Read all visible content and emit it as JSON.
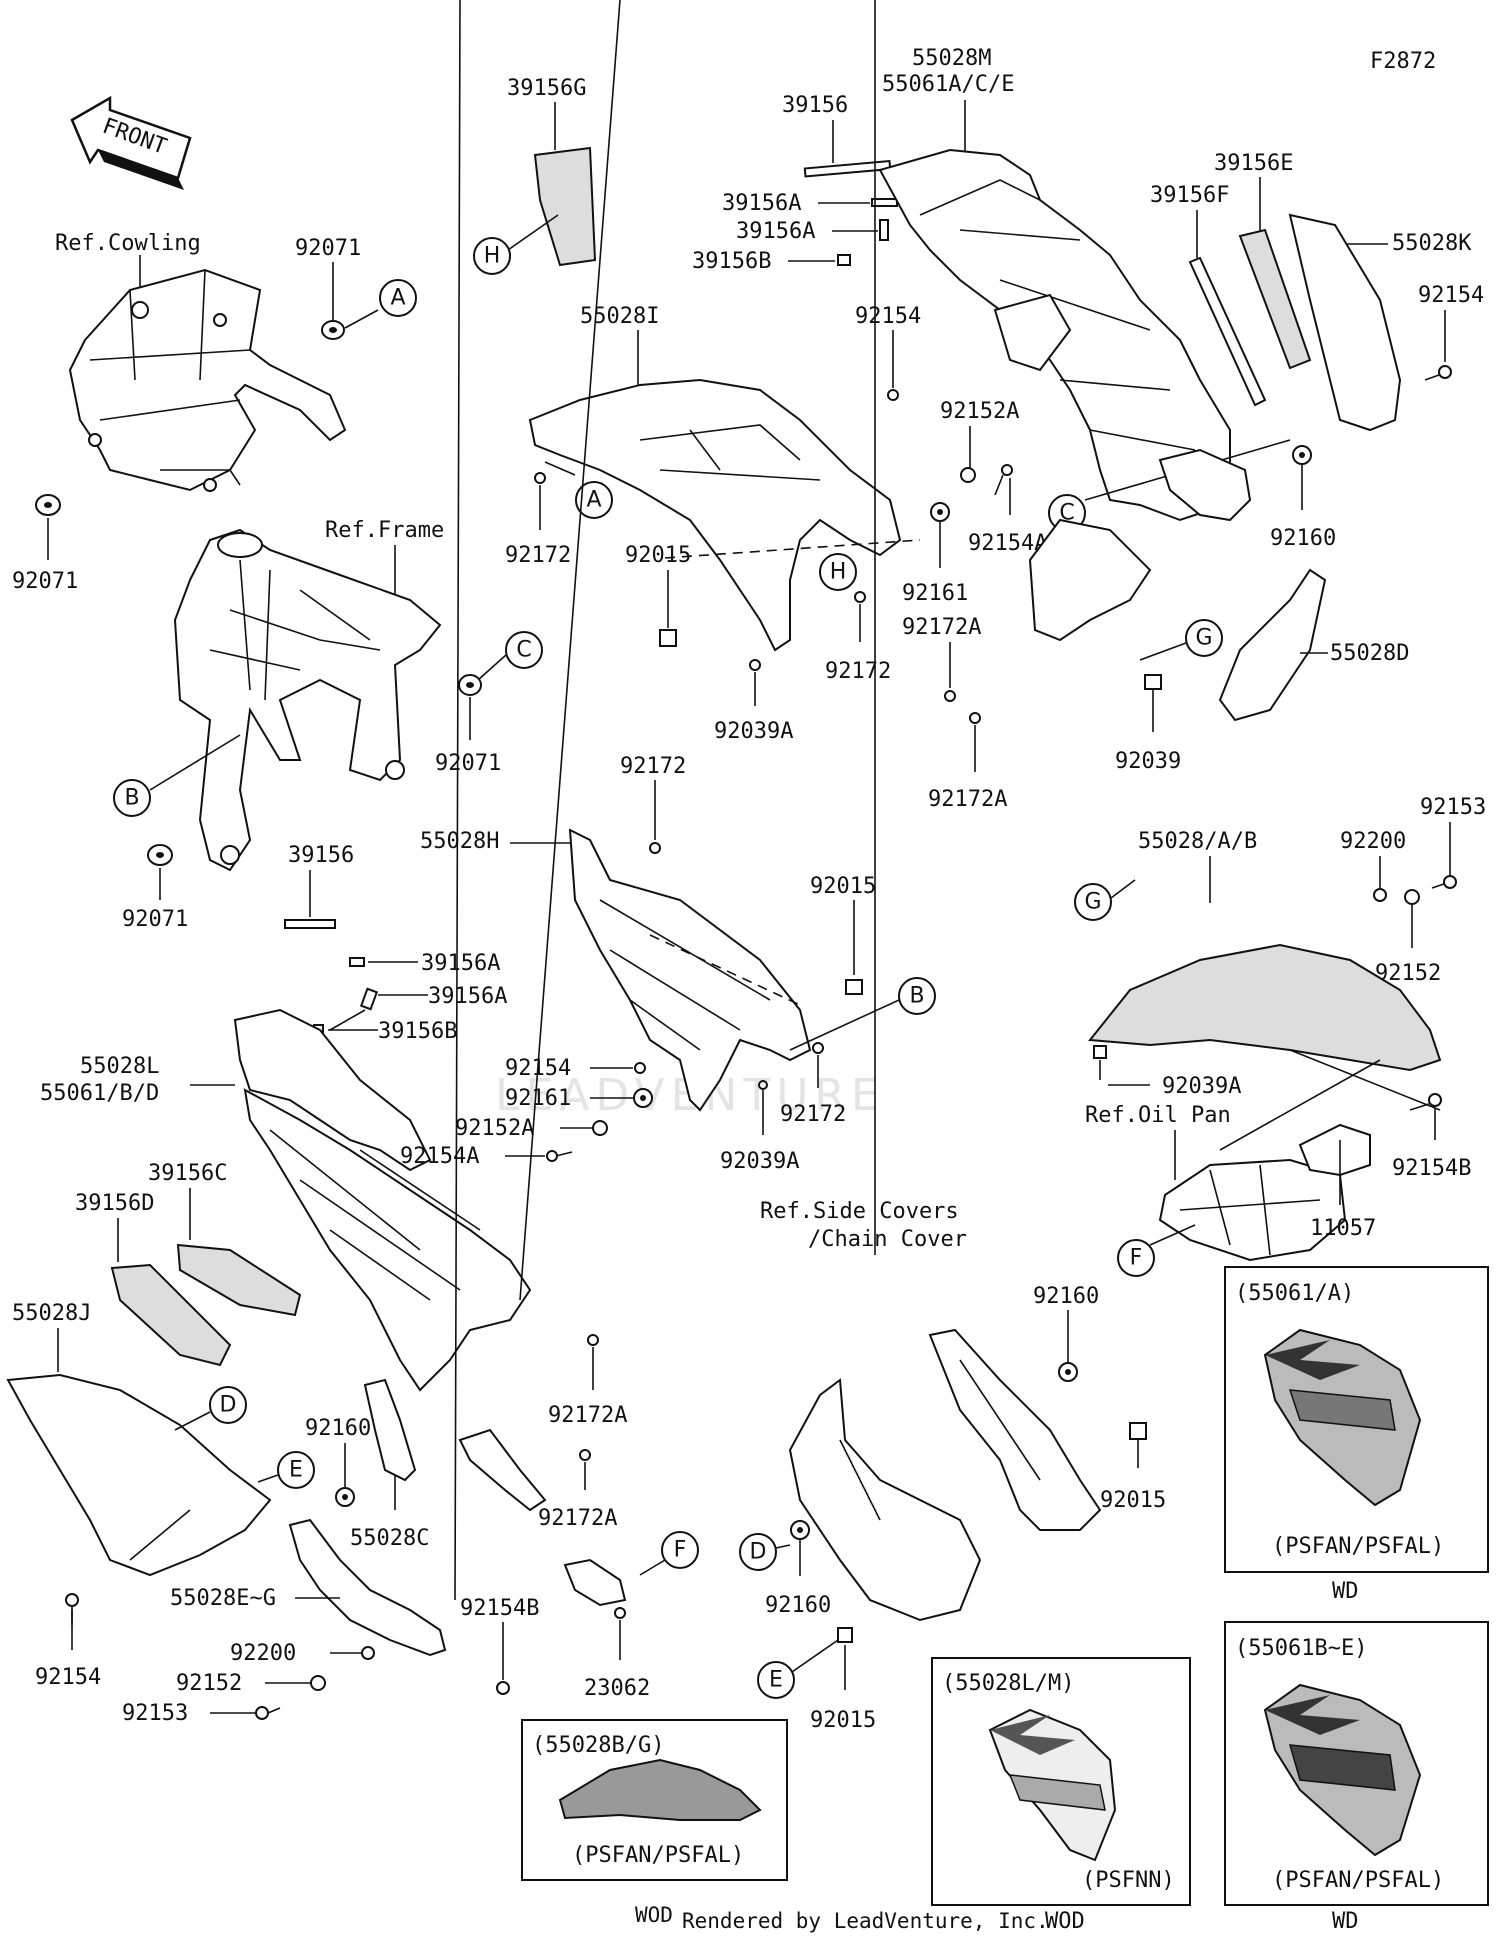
{
  "figure_code": "F2872",
  "front_arrow_label": "FRONT",
  "watermark": "LEADVENTURE",
  "footer": {
    "left_code": "WOD",
    "rendered_by": "Rendered by LeadVenture, Inc."
  },
  "references": {
    "cowling": "Ref.Cowling",
    "frame": "Ref.Frame",
    "oil_pan": "Ref.Oil Pan",
    "side_covers_line1": "Ref.Side Covers",
    "side_covers_line2": "/Chain Cover"
  },
  "part_labels": {
    "p55028M": "55028M",
    "p55061ACE": "55061A/C/E",
    "p39156_top": "39156",
    "p39156G": "39156G",
    "p39156A_1": "39156A",
    "p39156A_2": "39156A",
    "p39156B_top": "39156B",
    "p39156E": "39156E",
    "p39156F": "39156F",
    "p55028K": "55028K",
    "p92154_tr": "92154",
    "p92071_top": "92071",
    "p92071_left": "92071",
    "p92071_mid": "92071",
    "p92071_bot": "92071",
    "p55028I": "55028I",
    "p92154_mid": "92154",
    "p92152A_top": "92152A",
    "p92172_a": "92172",
    "p92015_a": "92015",
    "p92161_a": "92161",
    "p92154A_a": "92154A",
    "p92160_tr": "92160",
    "p92172A_a": "92172A",
    "p92172_b": "92172",
    "p92039A_a": "92039A",
    "p55028D": "55028D",
    "p92039": "92039",
    "p92172A_b": "92172A",
    "p92172_c": "92172",
    "p55028H": "55028H",
    "p92015_b": "92015",
    "p39156_mid": "39156",
    "p39156A_3": "39156A",
    "p39156A_4": "39156A",
    "p39156B_mid": "39156B",
    "p55028L": "55028L",
    "p55061BD": "55061/B/D",
    "p92154_c": "92154",
    "p92161_b": "92161",
    "p92152A_b": "92152A",
    "p92154A_b": "92154A",
    "p92172_d": "92172",
    "p92039A_b": "92039A",
    "p92153_r": "92153",
    "p55028AB": "55028/A/B",
    "p92200_r": "92200",
    "p92152_r": "92152",
    "p92039A_c": "92039A",
    "p92154B_r": "92154B",
    "p11057": "11057",
    "p39156C": "39156C",
    "p39156D": "39156D",
    "p55028J": "55028J",
    "p92160_mid": "92160",
    "p92172A_c": "92172A",
    "p55028C": "55028C",
    "p92172A_d": "92172A",
    "p55028EG": "55028E~G",
    "p92154B_b": "92154B",
    "p92154_bl": "92154",
    "p92200_b": "92200",
    "p92152_b": "92152",
    "p92153_b": "92153",
    "p23062": "23062",
    "p92160_br": "92160",
    "p92015_c": "92015",
    "p92160_b2": "92160",
    "p92015_d": "92015"
  },
  "callouts": {
    "A": "A",
    "B": "B",
    "C": "C",
    "D": "D",
    "E": "E",
    "F": "F",
    "G": "G",
    "H": "H"
  },
  "variant_boxes": {
    "box1": {
      "title": "(55061/A)",
      "model": "(PSFAN/PSFAL)",
      "below": "WD"
    },
    "box2": {
      "title": "(55028L/M)",
      "model": "(PSFNN)",
      "below": "WOD"
    },
    "box3": {
      "title": "(55061B~E)",
      "model": "(PSFAN/PSFAL)",
      "below": "WD"
    },
    "box4": {
      "title": "(55028B/G)",
      "model": "(PSFAN/PSFAL)"
    }
  }
}
